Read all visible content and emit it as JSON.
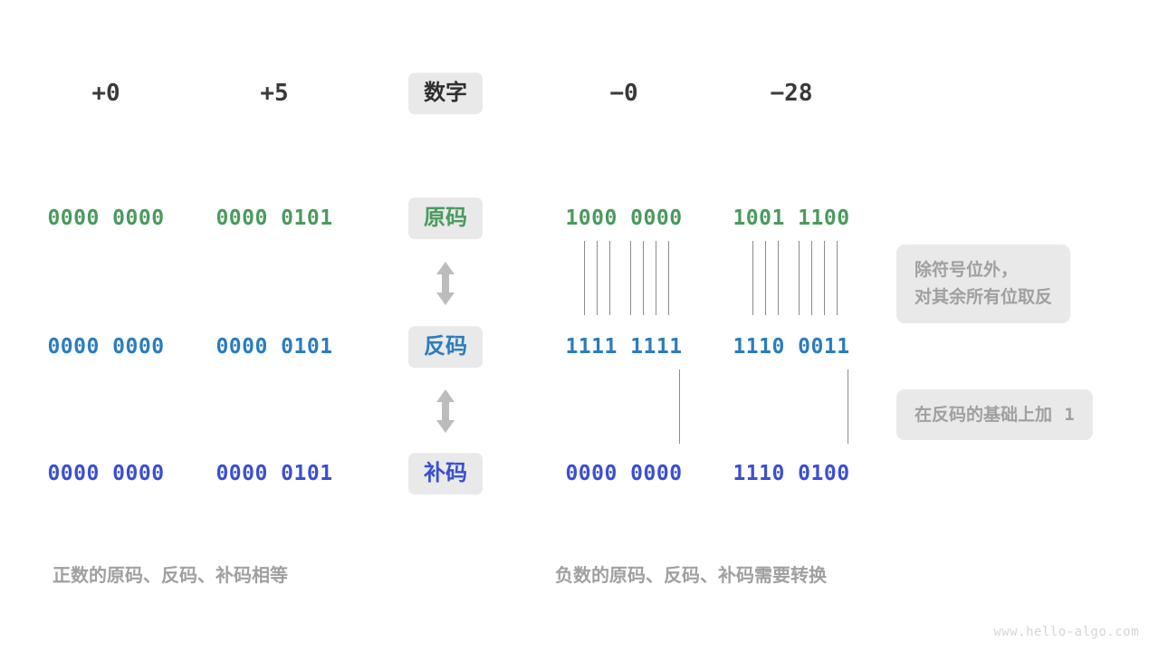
{
  "diagram": {
    "title_row": {
      "label_badge": "数字",
      "values": [
        "+0",
        "+5",
        "−0",
        "−28"
      ]
    },
    "rows": [
      {
        "id": "original-code",
        "badge": "原码",
        "color": "#4a9a5e",
        "cells": [
          "0000 0000",
          "0000 0101",
          "1000 0000",
          "1001 1100"
        ]
      },
      {
        "id": "ones-complement",
        "badge": "反码",
        "color": "#2b7cbf",
        "cells": [
          "0000 0000",
          "0000 0101",
          "1111 1111",
          "1110 0011"
        ]
      },
      {
        "id": "twos-complement",
        "badge": "补码",
        "color": "#3a4fd1",
        "cells": [
          "0000 0000",
          "0000 0101",
          "0000 0000",
          "1110 0100"
        ]
      }
    ],
    "notes": [
      {
        "id": "invert-note",
        "line1": "除符号位外，",
        "line2": "对其余所有位取反"
      },
      {
        "id": "plus-one-note",
        "text": "在反码的基础上加",
        "value": "1"
      }
    ],
    "captions": {
      "left": "正数的原码、反码、补码相等",
      "right": "负数的原码、反码、补码需要转换"
    },
    "watermark": "www.hello-algo.com",
    "colors": {
      "badge_bg": "#e9e9e9",
      "note_bg": "#e9e9e9",
      "note_text": "#a0a0a0",
      "connector_line": "#8c8c8c",
      "arrow": "#bcbcbc",
      "header_text": "#3a3a3a"
    }
  }
}
